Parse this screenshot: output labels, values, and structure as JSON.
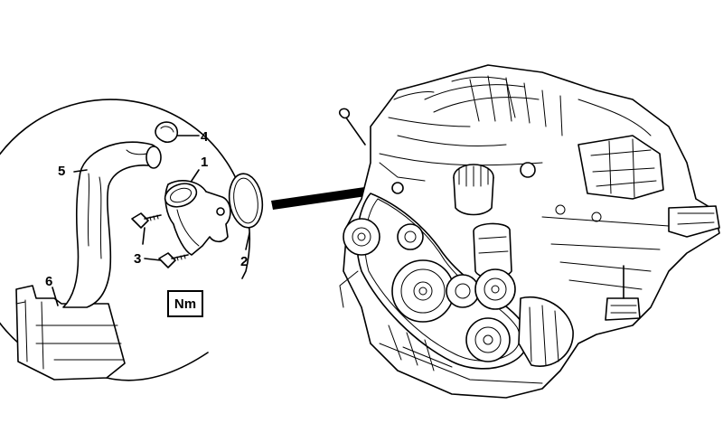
{
  "callouts": {
    "c1": "1",
    "c2": "2",
    "c3": "3",
    "c4": "4",
    "c5": "5",
    "c6": "6"
  },
  "torque_box": {
    "label": "Nm"
  }
}
